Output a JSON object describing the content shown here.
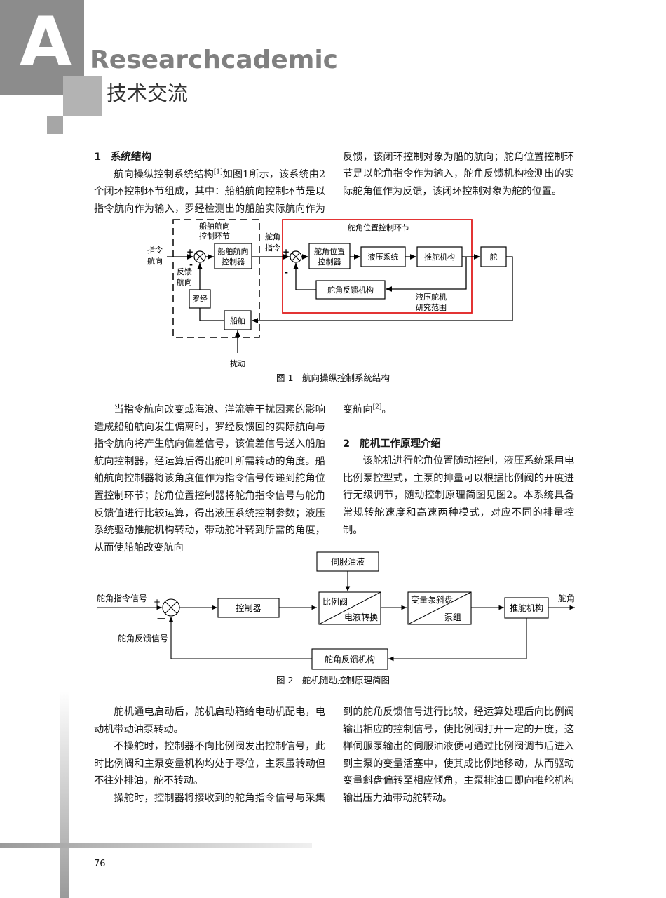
{
  "header": {
    "letter": "A",
    "brand": "Researchcademic",
    "section": "技术交流"
  },
  "sections": {
    "s1": {
      "number": "1",
      "title": "系统结构",
      "p1_part1": "航向操纵控制系统结构",
      "p1_cite": "[1]",
      "p1_part2": "如图1所示，该系统由2个闭环控制环节组成，其中：船舶航向控制环节是以指令航向作为输入，罗经检测出的船舶实际航向作为反馈，该闭环控制对象为船的航向；舵角位置控制环节是以舵角指令作为输入，舵角反馈机构检测出的实际舵角值作为反馈，该闭环控制对象为舵的位置。",
      "p2_part1": "当指令航向改变或海浪、洋流等干扰因素的影响造成船舶航向发生偏离时，罗经反馈回的实际航向与指令航向将产生航向偏差信号，该偏差信号送入船舶航向控制器，经运算后得出舵叶所需转动的角度。船舶航向控制器将该角度值作为指令信号传递到舵角位置控制环节；舵角位置控制器将舵角指令信号与舵角反馈值进行比较运算，得出液压系统控制参数；液压系统驱动推舵机构转动，带动舵叶转到所需的角度，从而使船舶改变航向",
      "p2_cite": "[2]",
      "p2_end": "。"
    },
    "s2": {
      "number": "2",
      "title": "舵机工作原理介绍",
      "p1": "该舵机进行舵角位置随动控制，液压系统采用电比例泵控型式，主泵的排量可以根据比例阀的开度进行无级调节，随动控制原理简图见图2。本系统具备常规转舵速度和高速两种模式，对应不同的排量控制。",
      "p2": "舵机通电启动后，舵机启动箱给电动机配电，电动机带动油泵转动。",
      "p3": "不操舵时，控制器不向比例阀发出控制信号，此时比例阀和主泵变量机构均处于零位，主泵虽转动但不往外排油，舵不转动。",
      "p4": "操舵时，控制器将接收到的舵角指令信号与采集到的舵角反馈信号进行比较，经运算处理后向比例阀输出相应的控制信号，使比例阀打开一定的开度，这样伺服泵输出的伺服油液便可通过比例阀调节后进入到主泵的变量活塞中，使其成比例地移动，从而驱动变量斜盘偏转至相应倾角，主泵排油口即向推舵机构输出压力油带动舵转动。"
    }
  },
  "fig1": {
    "caption": "图 1　航向操纵控制系统结构",
    "ship_loop_label_1": "船舶航向",
    "ship_loop_label_2": "控制环节",
    "rudder_loop_label": "舵角位置控制环节",
    "input_1": "指令",
    "input_2": "航向",
    "ship_controller_1": "船舶航向",
    "ship_controller_2": "控制器",
    "rudder_cmd_1": "舵角",
    "rudder_cmd_2": "指令",
    "rudder_controller_1": "舵角位置",
    "rudder_controller_2": "控制器",
    "hydraulic": "液压系统",
    "actuator": "推舵机构",
    "rudder": "舵",
    "feedback_1": "反馈",
    "feedback_2": "航向",
    "compass": "罗经",
    "rudder_feedback": "舵角反馈机构",
    "scope_1": "液压舵机",
    "scope_2": "研究范围",
    "ship": "船舶",
    "disturbance": "扰动",
    "plus": "+",
    "minus": "-"
  },
  "fig2": {
    "caption": "图 2　舵机随动控制原理简图",
    "input": "舵角指令信号",
    "feedback_signal": "舵角反馈信号",
    "servo_oil": "伺服油液",
    "controller": "控制器",
    "valve_1": "比例阀",
    "valve_2": "电液转换",
    "pump_1": "变量泵斜盘",
    "pump_2": "泵组",
    "actuator": "推舵机构",
    "output": "舵角",
    "feedback_mech": "舵角反馈机构",
    "plus": "+",
    "minus": "—"
  },
  "page_number": "76"
}
